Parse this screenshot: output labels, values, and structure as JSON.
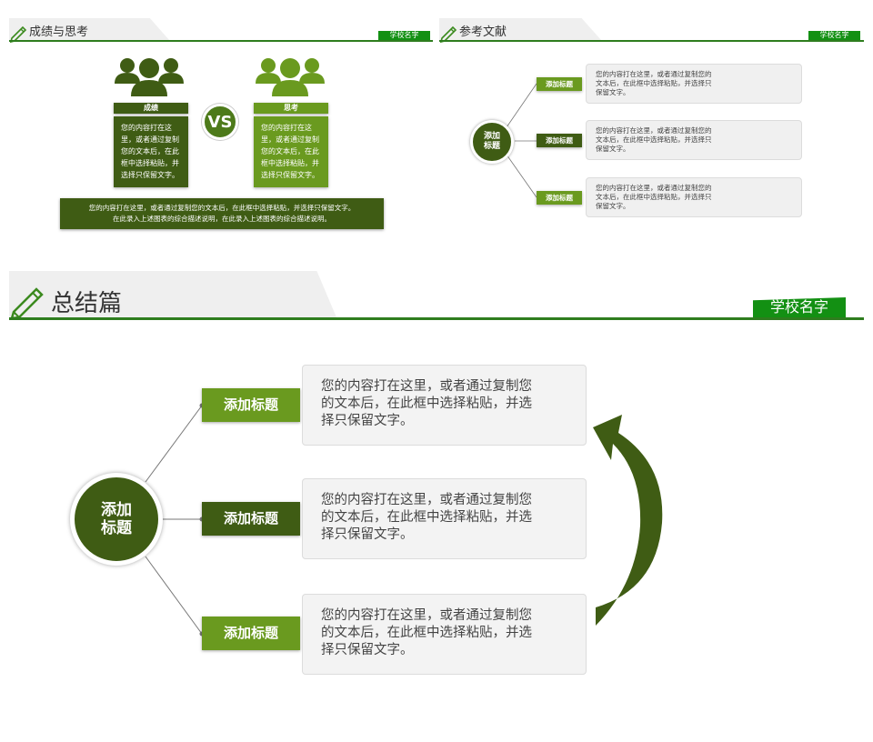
{
  "school_name": "学校名字",
  "colors": {
    "dark_green": "#3f5c14",
    "light_green": "#6a9a1f",
    "accent_green": "#139013"
  },
  "slide1": {
    "title": "成绩与思考",
    "left_label": "成绩",
    "right_label": "思考",
    "vs": "VS",
    "left_text": "您的内容打在这里，或者通过复制您的文本后，在此框中选择粘贴，并选择只保留文字。",
    "right_text": "您的内容打在这里，或者通过复制您的文本后，在此框中选择粘贴，并选择只保留文字。",
    "bottom_line1": "您的内容打在这里，或者通过复制您的文本后，在此框中选择粘贴，并选择只保留文字。",
    "bottom_line2": "在此录入上述图表的综合描述说明，在此录入上述图表的综合描述说明。"
  },
  "slide2": {
    "title": "参考文献",
    "center": "添加标题",
    "items": [
      {
        "label": "添加标题",
        "text": "您的内容打在这里，或者通过复制您的文本后，在此框中选择粘贴，并选择只保留文字。"
      },
      {
        "label": "添加标题",
        "text": "您的内容打在这里，或者通过复制您的文本后，在此框中选择粘贴，并选择只保留文字。"
      },
      {
        "label": "添加标题",
        "text": "您的内容打在这里，或者通过复制您的文本后，在此框中选择粘贴，并选择只保留文字。"
      }
    ]
  },
  "slide3": {
    "title": "总结篇",
    "center": "添加标题",
    "items": [
      {
        "label": "添加标题",
        "line1": "您的内容打在这里，或者通过复制您",
        "line2": "的文本后，在此框中选择粘贴，并选",
        "line3": "择只保留文字。"
      },
      {
        "label": "添加标题",
        "line1": "您的内容打在这里，或者通过复制您",
        "line2": "的文本后，在此框中选择粘贴，并选",
        "line3": "择只保留文字。"
      },
      {
        "label": "添加标题",
        "line1": "您的内容打在这里，或者通过复制您",
        "line2": "的文本后，在此框中选择粘贴，并选",
        "line3": "择只保留文字。"
      }
    ]
  }
}
